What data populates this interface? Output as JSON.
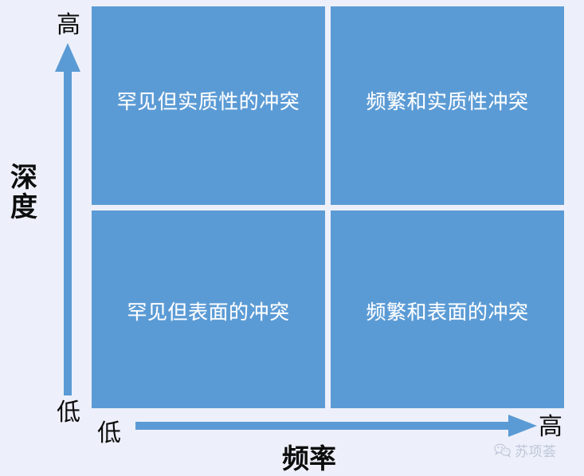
{
  "chart_data": {
    "type": "table",
    "title": "",
    "xlabel": "频率",
    "ylabel": "深度",
    "x_axis_low": "低",
    "x_axis_high": "高",
    "y_axis_low": "低",
    "y_axis_high": "高",
    "categories": [
      "低频率",
      "高频率"
    ],
    "rows": [
      "高深度",
      "低深度"
    ],
    "cells": [
      {
        "row": "高深度",
        "col": "低频率",
        "label": "罕见但实质性的冲突"
      },
      {
        "row": "高深度",
        "col": "高频率",
        "label": "频繁和实质性冲突"
      },
      {
        "row": "低深度",
        "col": "低频率",
        "label": "罕见但表面的冲突"
      },
      {
        "row": "低深度",
        "col": "高频率",
        "label": "频繁和表面的冲突"
      }
    ],
    "quadrant_fill": "#5b9bd5",
    "background": "#edf0fa",
    "axis_arrow_color": "#5b9bd5",
    "label_text_color": "#ffffff",
    "grid": false,
    "legend": "none"
  },
  "matrix": {
    "top_left": "罕见但实质性的冲突",
    "top_right": "频繁和实质性冲突",
    "bottom_left": "罕见但表面的冲突",
    "bottom_right": "频繁和表面的冲突"
  },
  "axes": {
    "y_title": "深度",
    "y_title_chars": [
      "深",
      "度"
    ],
    "y_high": "高",
    "y_low": "低",
    "x_title": "频率",
    "x_high": "高",
    "x_low": "低"
  },
  "watermark": {
    "text": "苏项荟",
    "icon": "wechat-icon"
  }
}
